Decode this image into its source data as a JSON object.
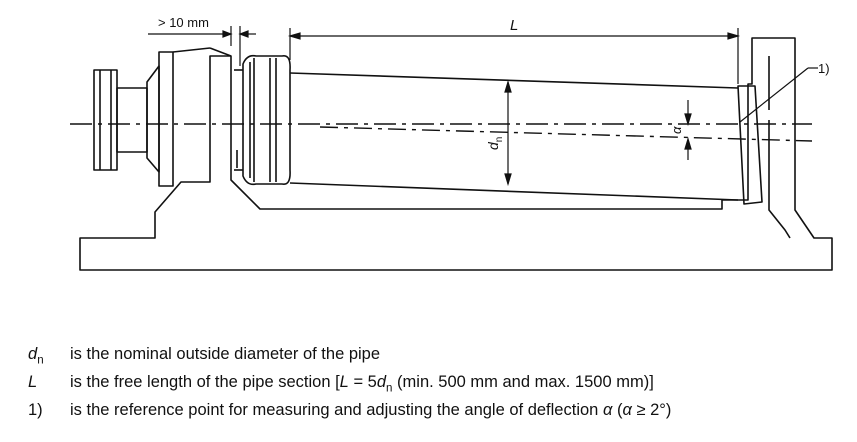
{
  "figure": {
    "dim_gap_label": "> 10 mm",
    "dim_length_label": "L",
    "dim_diameter_label": "d",
    "dim_diameter_sub": "n",
    "angle_label": "α",
    "reference_label": "1)"
  },
  "legend": [
    {
      "symbol": "d",
      "symbol_sub": "n",
      "text": "is the nominal outside diameter of the pipe"
    },
    {
      "symbol": "L",
      "text_a": "is the free length of the pipe section [",
      "text_b": "L",
      "text_c": " = 5",
      "text_d": "d",
      "text_e": "n",
      "text_f": " (min. 500 mm and max. 1500 mm)]"
    },
    {
      "symbol": "1)",
      "text_a": "is the reference point for measuring and adjusting the angle of deflection ",
      "text_b": "α",
      "text_c": " (",
      "text_d": "α",
      "text_e": " ≥ 2°)"
    }
  ]
}
